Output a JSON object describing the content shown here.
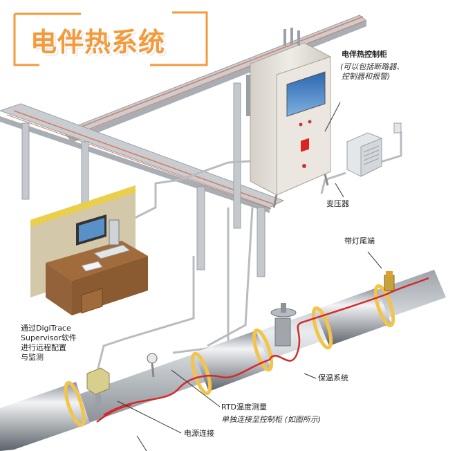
{
  "title": "电伴热系统",
  "labels": {
    "cabinet_title": "电伴热控制柜",
    "cabinet_note_1": "(可以包括断路器、",
    "cabinet_note_2": "控制器和报警)",
    "transformer": "变压器",
    "end_light": "带灯尾端",
    "software_1": "通过DigiTrace",
    "software_2": "Supervisor软件",
    "software_3": "进行远程配置",
    "software_4": "与监测",
    "insulation": "保温系统",
    "rtd": "RTD温度测量",
    "rtd_note": "单独连接至控制柜 (如图所示)",
    "power": "电源连接"
  },
  "colors": {
    "title": "#f39a3a",
    "heat_cable": "#d42a2a",
    "insulation_band": "#f2c44a",
    "cabinet": "#e8e4dc",
    "screen": "#4a86c9",
    "wall": "#e9cf4a"
  }
}
